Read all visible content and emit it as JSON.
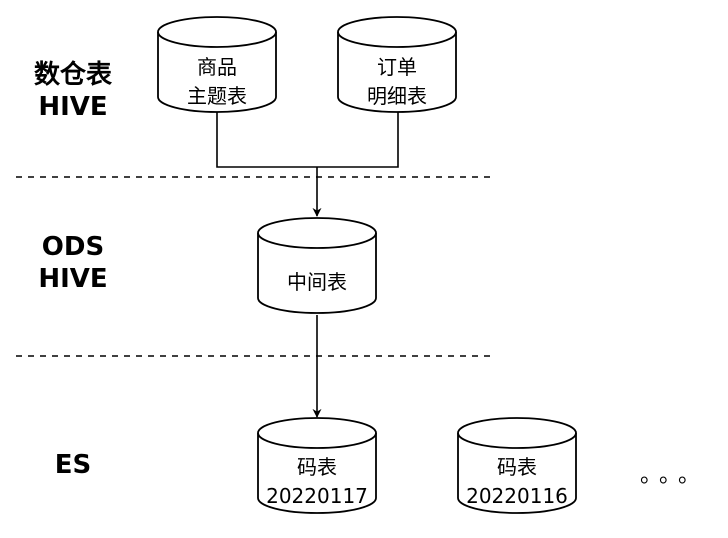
{
  "layers": [
    {
      "id": "warehouse",
      "lines": [
        "数仓表",
        "HIVE"
      ]
    },
    {
      "id": "ods",
      "lines": [
        "ODS",
        "HIVE"
      ]
    },
    {
      "id": "es",
      "lines": [
        "ES"
      ]
    }
  ],
  "nodes": [
    {
      "id": "product",
      "lines": [
        "商品",
        "主题表"
      ]
    },
    {
      "id": "order",
      "lines": [
        "订单",
        "明细表"
      ]
    },
    {
      "id": "middle",
      "lines": [
        "中间表"
      ]
    },
    {
      "id": "code-0117",
      "lines": [
        "码表",
        "20220117"
      ]
    },
    {
      "id": "code-0116",
      "lines": [
        "码表",
        "20220116"
      ]
    }
  ],
  "more_indicator": "。。。"
}
